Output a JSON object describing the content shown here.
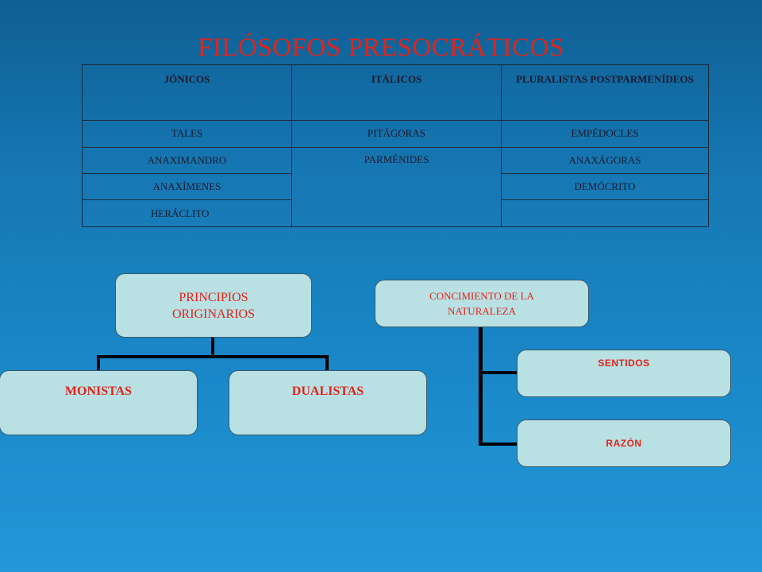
{
  "title": "FILÓSOFOS PRESOCRÁTICOS",
  "table": {
    "headers": [
      "JÓNICOS",
      "ITÁLICOS",
      "PLURALISTAS POSTPARMENÍDEOS"
    ],
    "jonicos": [
      "TALES",
      "ANAXIMANDRO",
      "ANAXÍMENES",
      "HERÁCLITO"
    ],
    "italicos": [
      "PITÁGORAS",
      "PARMÉNIDES"
    ],
    "pluralistas": [
      "EMPÉDOCLES",
      "ANAXÁGORAS",
      "DEMÓCRITO"
    ]
  },
  "principios": {
    "root": "PRINCIPIOS ORIGINARIOS",
    "children": [
      "MONISTAS",
      "DUALISTAS"
    ]
  },
  "conocimiento": {
    "root": "CONCIMIENTO DE LA NATURALEZA",
    "children": [
      "SENTIDOS",
      "RAZÓN"
    ]
  },
  "colors": {
    "title": "#e2231a",
    "box_fill": "#b9e0e3",
    "box_text": "#e2231a",
    "connector": "#000000"
  }
}
